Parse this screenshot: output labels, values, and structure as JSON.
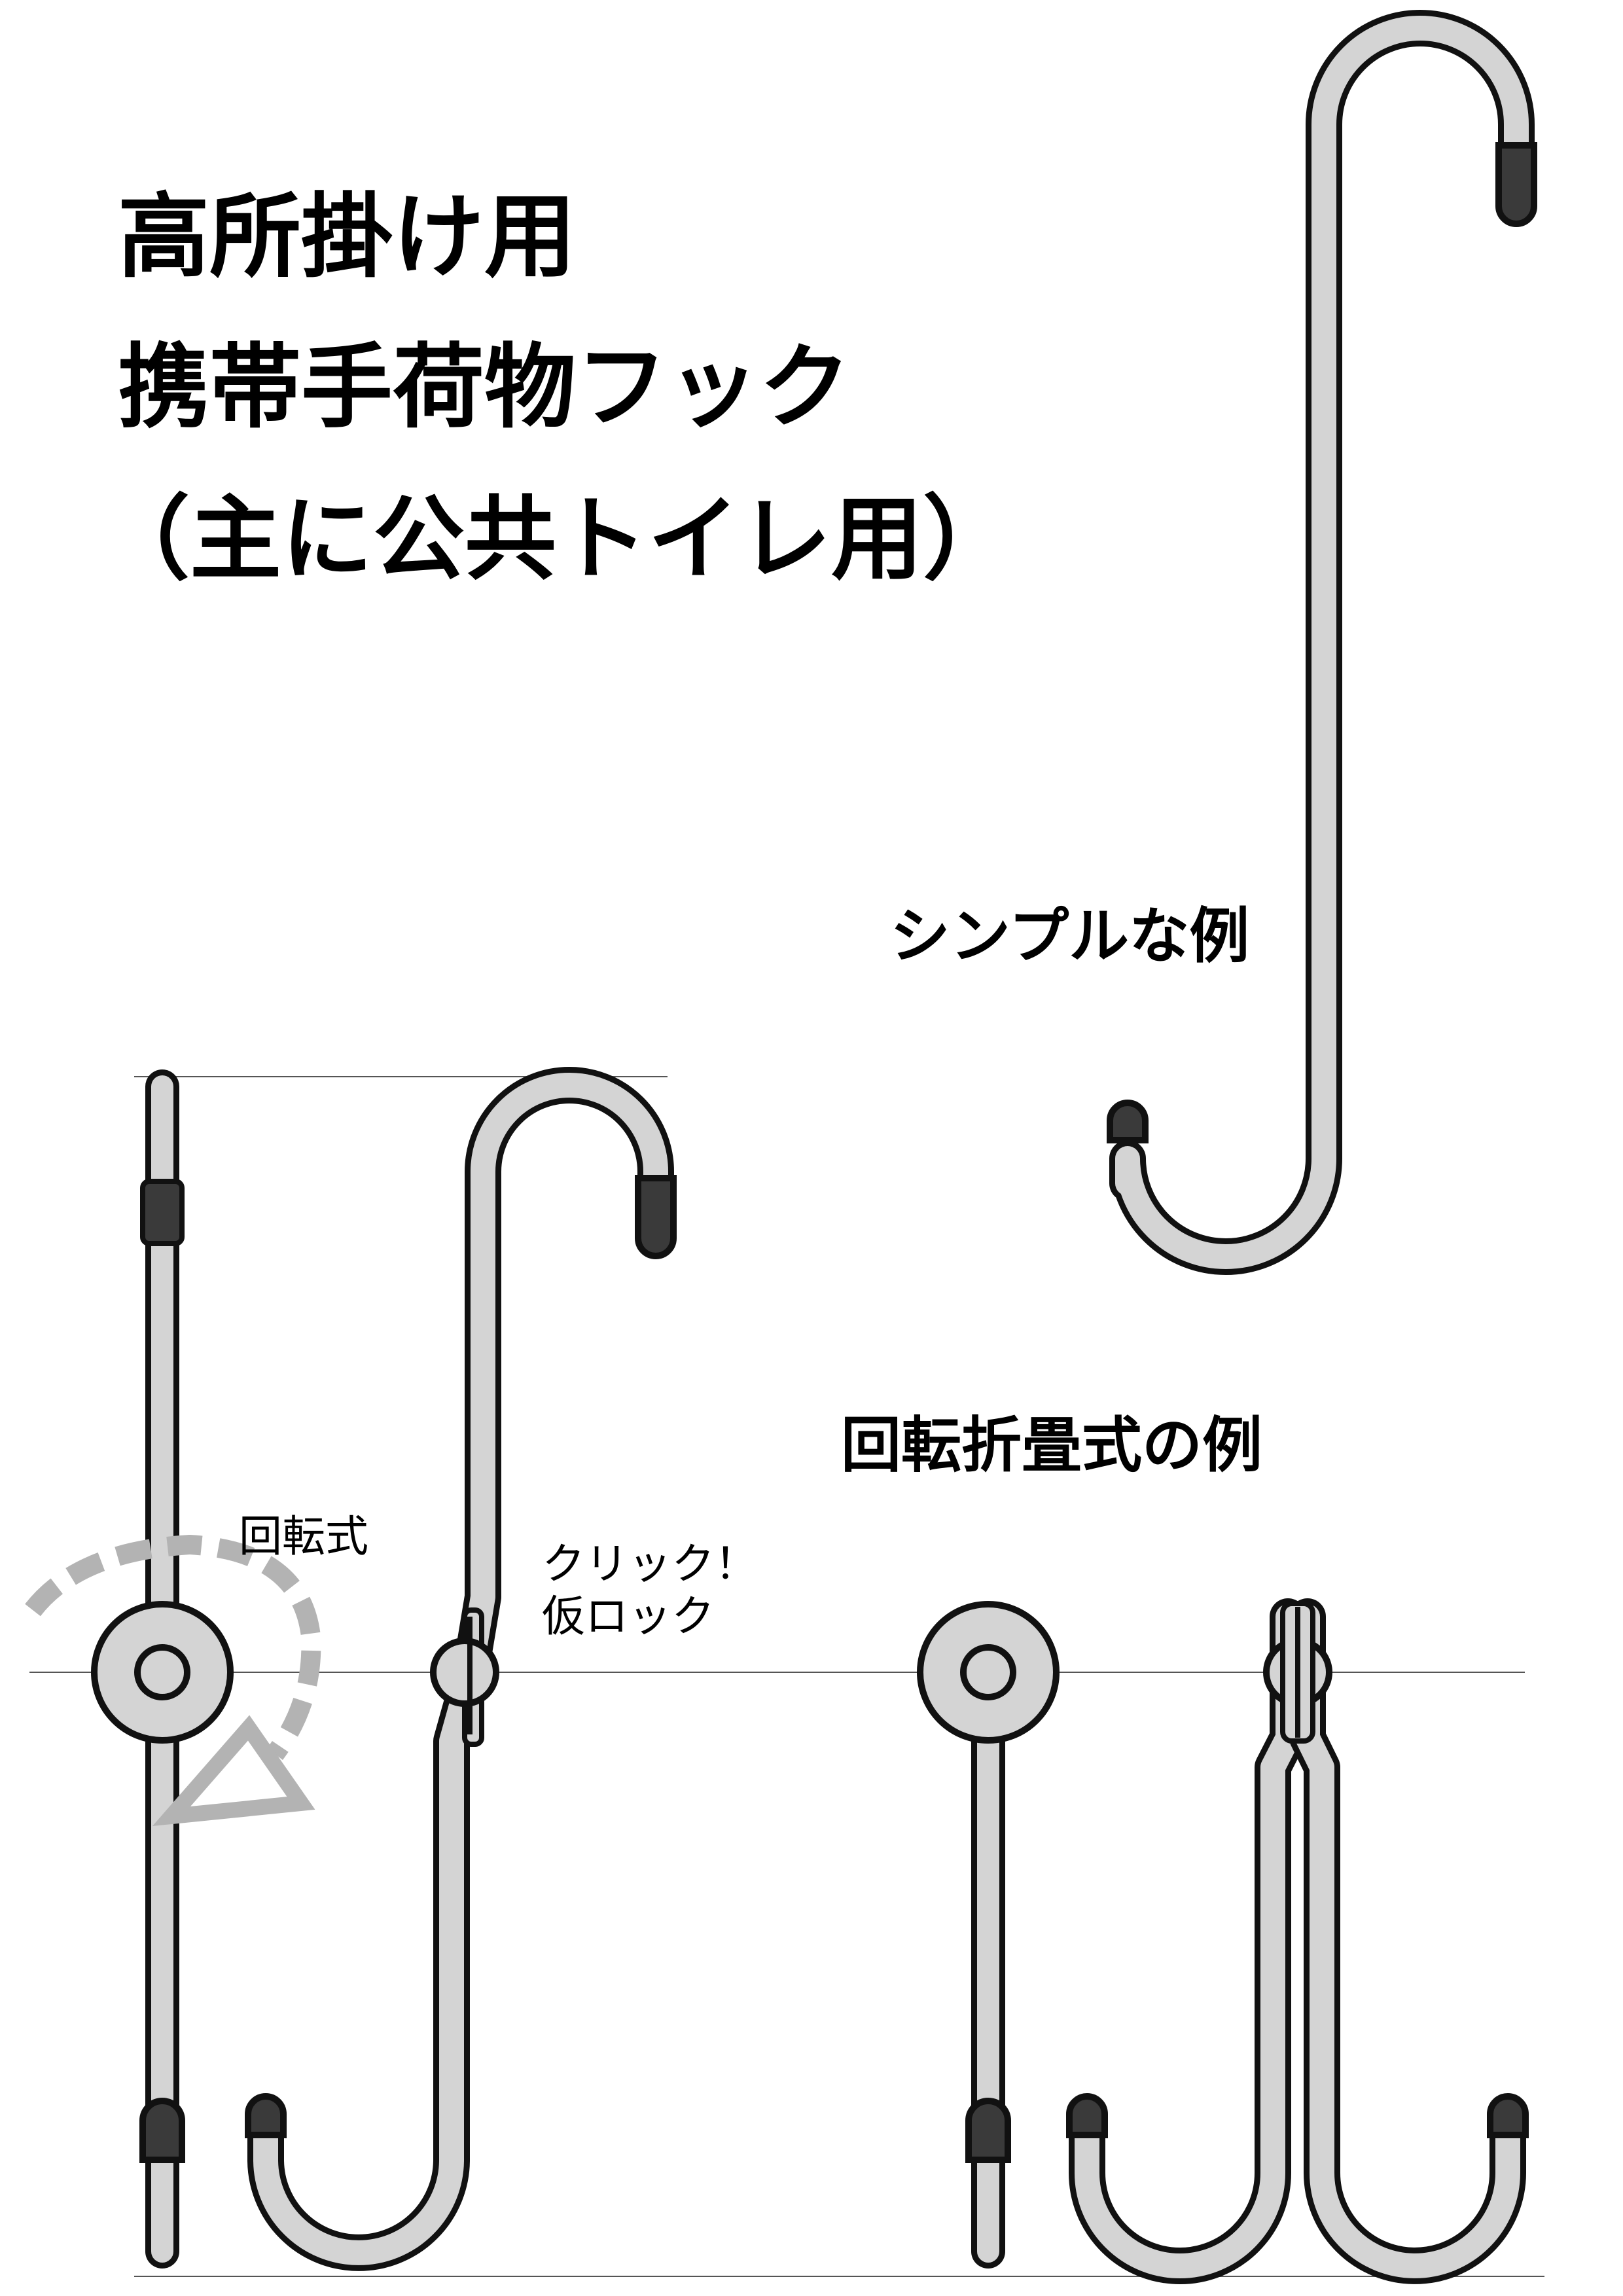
{
  "title": {
    "line1": "高所掛け用",
    "line2": "携帯手荷物フック",
    "line3": "（主に公共トイレ用）"
  },
  "simple_example": {
    "label": "シンプルな例"
  },
  "folding_example": {
    "label": "回転折畳式の例"
  },
  "annotations": {
    "rotation": "回転式",
    "click_line1": "クリック！",
    "click_line2": "仮ロック"
  },
  "colors": {
    "metal": "#d4d4d4",
    "outline": "#111111",
    "rubber_tip": "#3a3a3a",
    "rotation_arrow": "#b3b3b3",
    "guide_line": "#555555"
  }
}
